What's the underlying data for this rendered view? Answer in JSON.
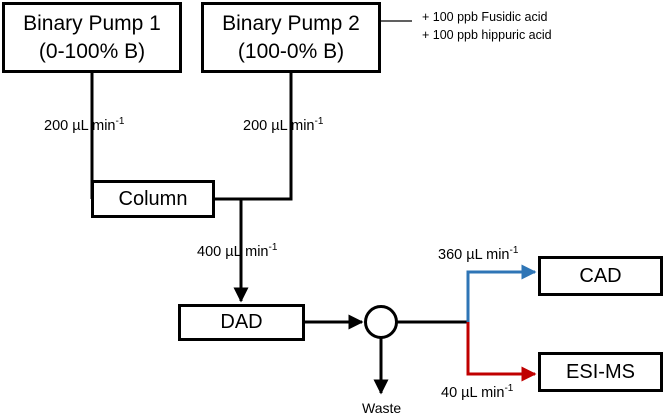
{
  "pumps": [
    {
      "name": "Binary Pump 1",
      "gradient": "(0-100% B)"
    },
    {
      "name": "Binary Pump 2",
      "gradient": "(100-0% B)"
    }
  ],
  "additives": [
    "+ 100 ppb Fusidic acid",
    "+ 100 ppb hippuric acid"
  ],
  "units": {
    "column": "Column",
    "dad": "DAD",
    "cad": "CAD",
    "esims": "ESI-MS",
    "waste": "Waste"
  },
  "flows": {
    "pump1": {
      "value": "200 µL min",
      "exp": "-1"
    },
    "pump2": {
      "value": "200 µL min",
      "exp": "-1"
    },
    "combined": {
      "value": "400 µL min",
      "exp": "-1"
    },
    "cad": {
      "value": "360 µL min",
      "exp": "-1"
    },
    "esims": {
      "value": "40 µL min",
      "exp": "-1"
    }
  },
  "colors": {
    "line": "#000000",
    "cad_branch": "#2e75b6",
    "esims_branch": "#c00000"
  }
}
